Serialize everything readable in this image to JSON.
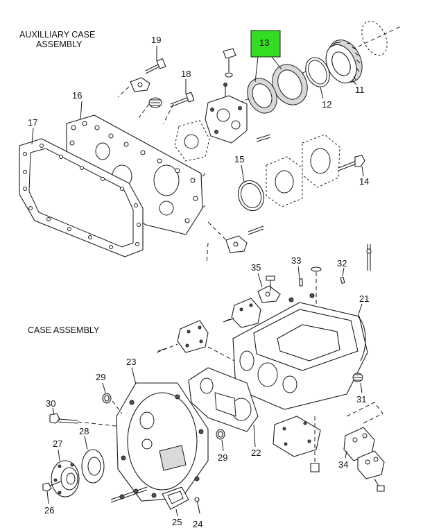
{
  "sections": {
    "auxiliary": "AUXILLIARY CASE\nASSEMBLY",
    "case": "CASE ASSEMBLY"
  },
  "highlight": {
    "label": "13",
    "color": "#33dd22"
  },
  "callouts": {
    "c11": "11",
    "c12": "12",
    "c14": "14",
    "c15": "15",
    "c16": "16",
    "c17": "17",
    "c18": "18",
    "c19": "19",
    "c21": "21",
    "c22": "22",
    "c23": "23",
    "c24": "24",
    "c25": "25",
    "c26": "26",
    "c27": "27",
    "c28": "28",
    "c29a": "29",
    "c29b": "29",
    "c30": "30",
    "c31": "31",
    "c32": "32",
    "c33": "33",
    "c34": "34",
    "c35": "35"
  }
}
